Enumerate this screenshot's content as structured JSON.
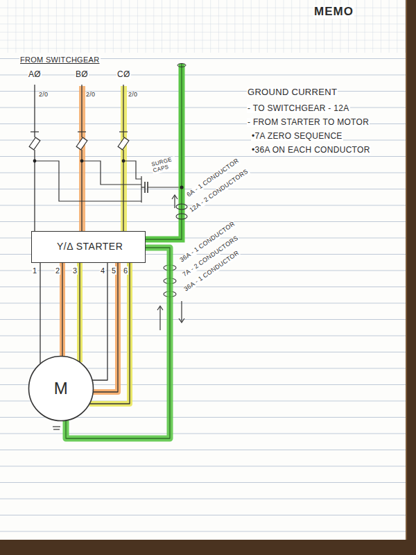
{
  "diagram": {
    "nodes": [
      {
        "text": [
          "Y/Δ STARTER"
        ]
      },
      {
        "text": [
          "M"
        ]
      }
    ],
    "edges": [
      {
        "from": 0,
        "to": 1,
        "arrow": "none"
      },
      {
        "from": 0,
        "to": 1,
        "arrow": "none"
      },
      {
        "from": 0,
        "to": 1,
        "arrow": "none"
      },
      {
        "from": 0,
        "to": 1,
        "arrow": "none"
      },
      {
        "from": 0,
        "to": 1,
        "arrow": "none"
      },
      {
        "from": 0,
        "to": 1,
        "arrow": "none"
      },
      {
        "from": 0,
        "to": 1,
        "arrow": "none"
      }
    ],
    "labels": [
      "MEMO",
      "FROM SWITCHGEAR",
      "AØ",
      "BØ",
      "CØ",
      "2/0",
      "2/0",
      "2/0",
      "SURGE CAPS",
      "GROUND CURRENT",
      "- TO SWITCHGEAR - 12A",
      "- FROM STARTER TO MOTOR",
      "•7A ZERO SEQUENCE",
      "•36A ON EACH CONDUCTOR",
      "6A - 1 CONDUCTOR",
      "12A - 2 CONDUCTORS",
      "36A - 1 CONDUCTOR",
      "7A - 2 CONDUCTORS",
      "36A - 1 CONDUCTOR",
      "1",
      "2",
      "3",
      "4",
      "5",
      "6"
    ]
  }
}
